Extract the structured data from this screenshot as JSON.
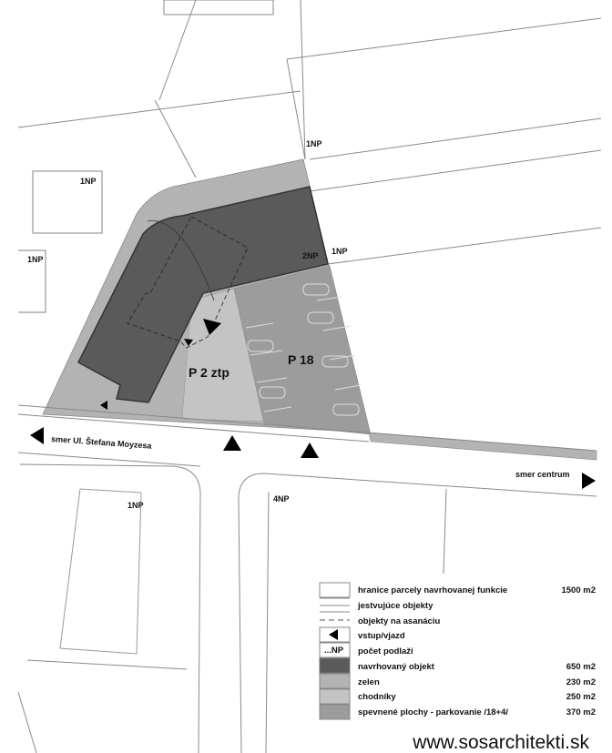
{
  "colors": {
    "proposed_building": "#5a5a5a",
    "greenery": "#b3b3b3",
    "sidewalks": "#c4c4c4",
    "paved_parking": "#9c9c9c",
    "lines": "#8a8a8a"
  },
  "plan": {
    "floor_labels": {
      "nw_building": "1NP",
      "west_building": "1NP",
      "north_top": "1NP",
      "east": "1NP",
      "proposed": "2NP",
      "sw_building": "1NP",
      "south_building": "4NP"
    },
    "parking_small": "P 2 ztp",
    "parking_large": "P 18",
    "direction_left": "smer Ul. Štefana Moyzesa",
    "direction_right": "smer centrum"
  },
  "legend": {
    "items": [
      {
        "label": "hranice parcely navrhovanej funkcie",
        "value": "1500 m2",
        "swatch": "outline"
      },
      {
        "label": "jestvujúce objekty",
        "value": "",
        "swatch": "lines"
      },
      {
        "label": "objekty na asanáciu",
        "value": "",
        "swatch": "dashed"
      },
      {
        "label": "vstup/vjazd",
        "value": "",
        "swatch": "arrow"
      },
      {
        "label": "počet podlaží",
        "value": "",
        "swatch": "np",
        "swatch_text": "...NP"
      },
      {
        "label": "navrhovaný objekt",
        "value": "650 m2",
        "swatch": "fill",
        "color": "#5a5a5a"
      },
      {
        "label": "zelen",
        "value": "230 m2",
        "swatch": "fill",
        "color": "#b3b3b3"
      },
      {
        "label": "chodníky",
        "value": "250 m2",
        "swatch": "fill",
        "color": "#c4c4c4"
      },
      {
        "label": "spevnené plochy - parkovanie /18+4/",
        "value": "370 m2",
        "swatch": "fill",
        "color": "#9c9c9c"
      }
    ]
  },
  "footer": {
    "url": "www.sosarchitekti.sk"
  }
}
